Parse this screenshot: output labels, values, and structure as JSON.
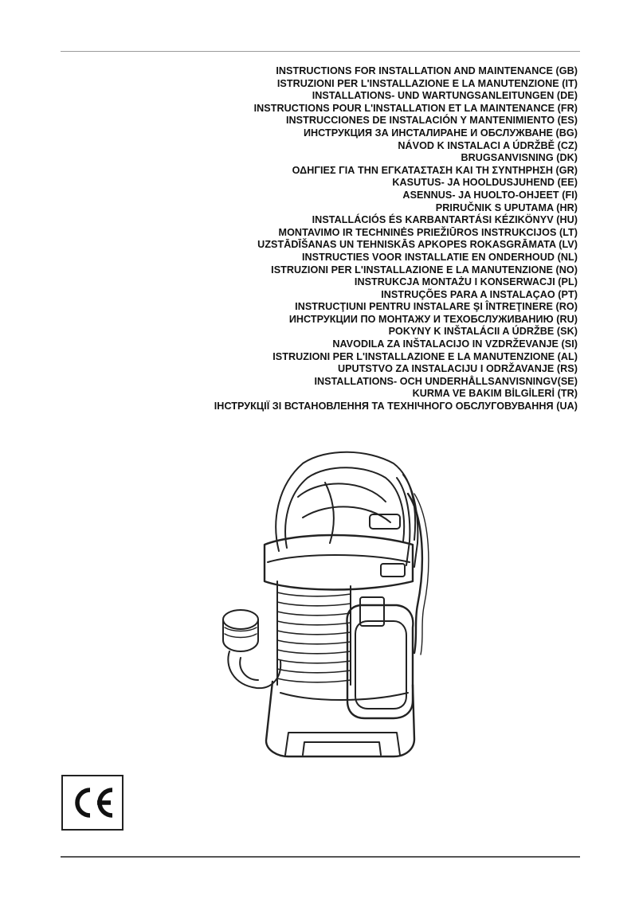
{
  "titles": [
    "INSTRUCTIONS FOR INSTALLATION AND MAINTENANCE (GB)",
    "ISTRUZIONI PER L'INSTALLAZIONE E LA MANUTENZIONE (IT)",
    "INSTALLATIONS- UND WARTUNGSANLEITUNGEN (DE)",
    "INSTRUCTIONS POUR L'INSTALLATION ET LA MAINTENANCE (FR)",
    "INSTRUCCIONES DE INSTALACIÓN Y MANTENIMIENTO (ES)",
    "ИНСТРУКЦИЯ ЗА ИНСТАЛИРАНЕ И ОБСЛУЖВАНЕ (BG)",
    "NÁVOD K INSTALACI A ÚDRŽBĚ (CZ)",
    "BRUGSANVISNING (DK)",
    "ΟΔΗΓΙΕΣ ΓΙΑ ΤΗΝ ΕΓΚΑΤΑΣΤΑΣΗ ΚΑΙ ΤΗ ΣΥΝΤΗΡΗΣΗ (GR)",
    "KASUTUS- JA HOOLDUSJUHEND (EE)",
    "ASENNUS- JA HUOLTO-OHJEET (FI)",
    "PRIRUČNIK S UPUTAMA (HR)",
    "INSTALLÁCIÓS ÉS KARBANTARTÁSI KÉZIKÖNYV (HU)",
    "MONTAVIMO IR TECHNINĖS PRIEŽIŪROS INSTRUKCIJOS (LT)",
    "UZSTĀDĪŠANAS UN TEHNISKĀS APKOPES ROKASGRĀMATA (LV)",
    "INSTRUCTIES VOOR INSTALLATIE EN ONDERHOUD (NL)",
    "ISTRUZIONI PER L'INSTALLAZIONE E LA MANUTENZIONE (NO)",
    "INSTRUKCJA MONTAŻU I KONSERWACJI (PL)",
    "INSTRUÇÕES PARA A INSTALAÇAO (PT)",
    "INSTRUCŢIUNI PENTRU INSTALARE ŞI ÎNTREŢINERE (RO)",
    "ИНСТРУКЦИИ ПО МОНТАЖУ И ТЕХОБСЛУЖИВАНИЮ (RU)",
    "POKYNY K INŠTALÁCII A ÚDRŽBE (SK)",
    "NAVODILA ZA INŠTALACIJO IN VZDRŽEVANJE (SI)",
    "ISTRUZIONI PER L'INSTALLAZIONE E LA MANUTENZIONE (AL)",
    "UPUTSTVO ZA INSTALACIJU I ODRŽAVANJE (RS)",
    "INSTALLATIONS- OCH UNDERHÅLLSANVISNINGV(SE)",
    "KURMA VE BAKIM BİLGİLERİ (TR)",
    "ІНСТРУКЦІЇ ЗІ ВСТАНОВЛЕННЯ ТА ТЕХНІЧНОГО ОБСЛУГОВУВАННЯ (UA)"
  ],
  "illustration": {
    "subject": "submersible-pump-line-drawing"
  },
  "mark": {
    "ce": "CE"
  }
}
